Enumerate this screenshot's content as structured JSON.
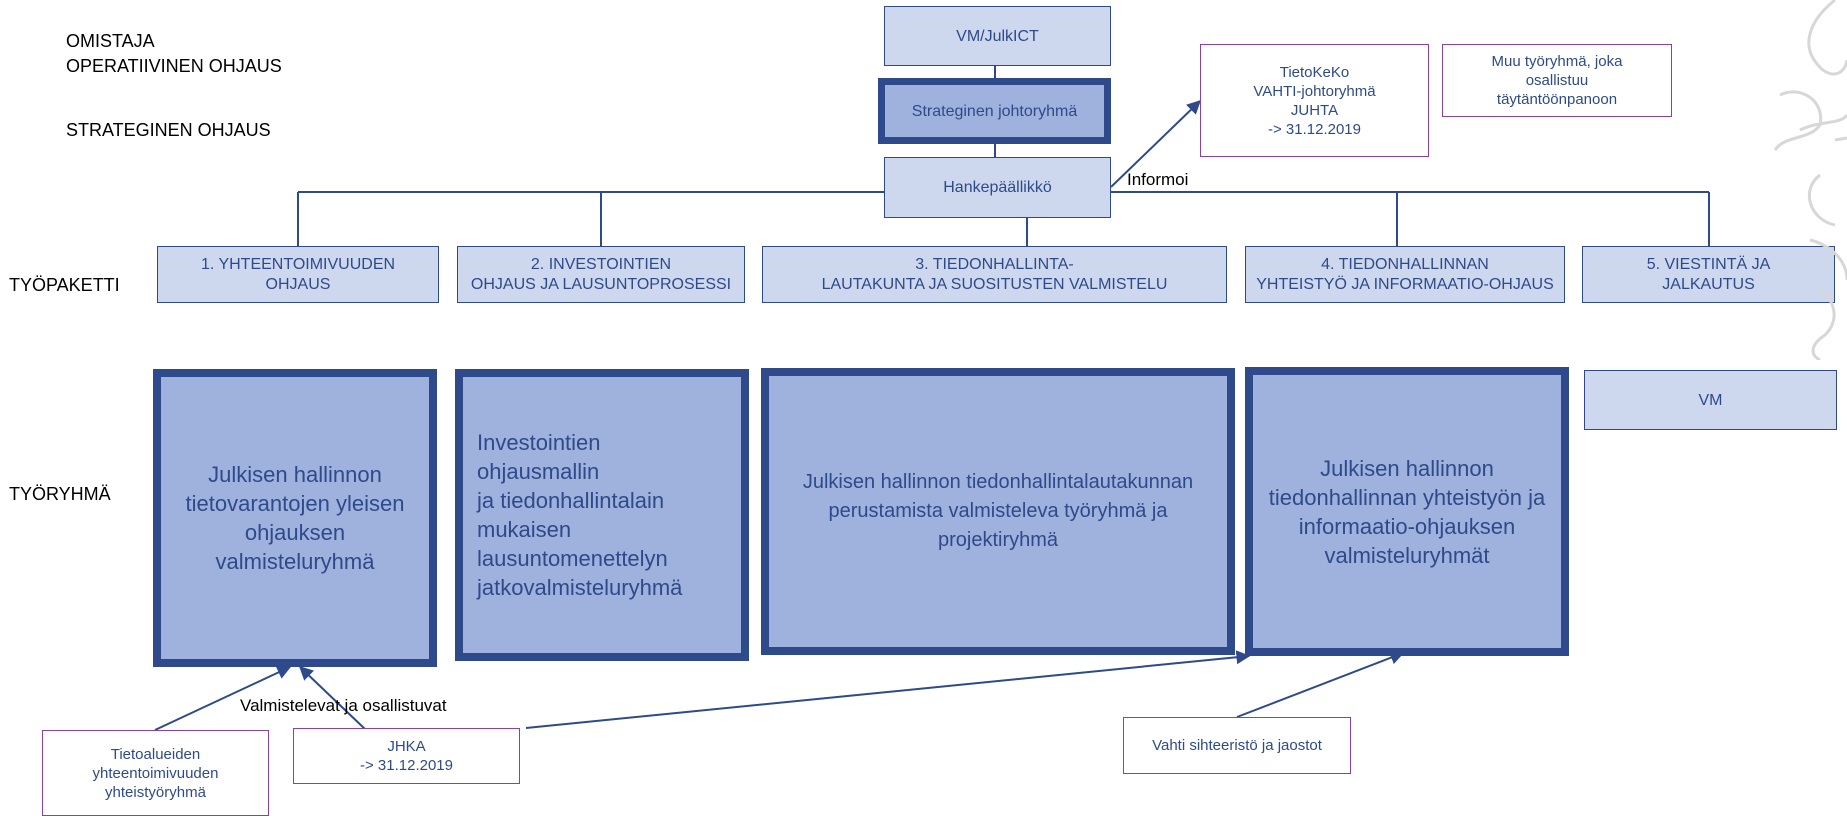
{
  "left_labels": {
    "owner": "OMISTAJA",
    "operative": "OPERATIIVINEN OHJAUS",
    "strategic": "STRATEGINEN OHJAUS",
    "work_package": "TYÖPAKETTI",
    "work_group": "TYÖRYHMÄ"
  },
  "top": {
    "owner_box": "VM/JulkICT",
    "steering_group": "Strateginen johtoryhmä",
    "project_manager": "Hankepäällikkö",
    "informs_label": "Informoi",
    "tietokeko": "TietoKeKo\nVAHTI-johtoryhmä\nJUHTA\n-> 31.12.2019",
    "other_group": "Muu työryhmä, joka\nosallistuu\ntäytäntöönpanoon"
  },
  "work_packages": [
    "1. YHTEENTOIMIVUUDEN\nOHJAUS",
    "2. INVESTOINTIEN\nOHJAUS JA LAUSUNTOPROSESSI",
    "3. TIEDONHALLINTA-\nLAUTAKUNTA JA SUOSITUSTEN VALMISTELU",
    "4. TIEDONHALLINNAN\nYHTEISTYÖ JA INFORMAATIO-OHJAUS",
    "5. VIESTINTÄ JA\nJALKAUTUS"
  ],
  "work_groups": [
    "Julkisen hallinnon\ntietovarantojen yleisen\nohjauksen\nvalmisteluryhmä",
    "Investointien ohjausmallin\nja tiedonhallintalain\nmukaisen\nlausuntomenettelyn\njatkovalmisteluryhmä",
    "Julkisen hallinnon tiedonhallintalautakunnan\nperustamista valmisteleva työryhmä ja\nprojektiryhmä",
    "Julkisen hallinnon\ntiedonhallinnan yhteistyön ja\ninformaatio-ohjauksen\nvalmisteluryhmät",
    "VM"
  ],
  "bottom": {
    "participate_label": "Valmistelevat ja osallistuvat",
    "interop_group": "Tietoalueiden\nyhteentoimivuuden\nyhteistyöryhmä",
    "jhka": "JHKA\n-> 31.12.2019",
    "vahti": "Vahti sihteeristö ja jaostot"
  },
  "colors": {
    "line_blue": "#2e4a8b",
    "light_fill": "#cdd8ee",
    "mid_fill": "#9fb2dd",
    "purple_border": "#8e3fa3"
  }
}
